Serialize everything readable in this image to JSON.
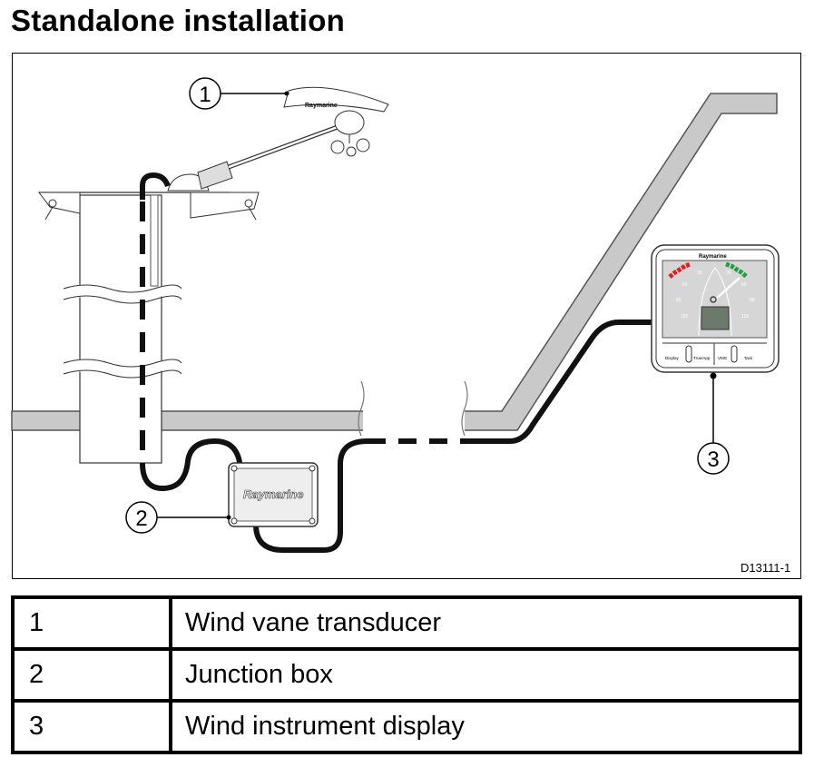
{
  "title": "Standalone installation",
  "diagram": {
    "figure_id": "D13111-1",
    "callouts": [
      "1",
      "2",
      "3"
    ],
    "brand_logo": "Raymarine",
    "display": {
      "brand": "Raymarine",
      "dial_labels": [
        "30",
        "60",
        "90",
        "120"
      ],
      "buttons": [
        "Display",
        "True/App",
        "VMG",
        "Tack"
      ],
      "port_color": "#e02020",
      "starboard_color": "#1fa040"
    }
  },
  "legend_table": [
    {
      "num": "1",
      "label": "Wind vane transducer"
    },
    {
      "num": "2",
      "label": "Junction box"
    },
    {
      "num": "3",
      "label": "Wind instrument display"
    }
  ]
}
